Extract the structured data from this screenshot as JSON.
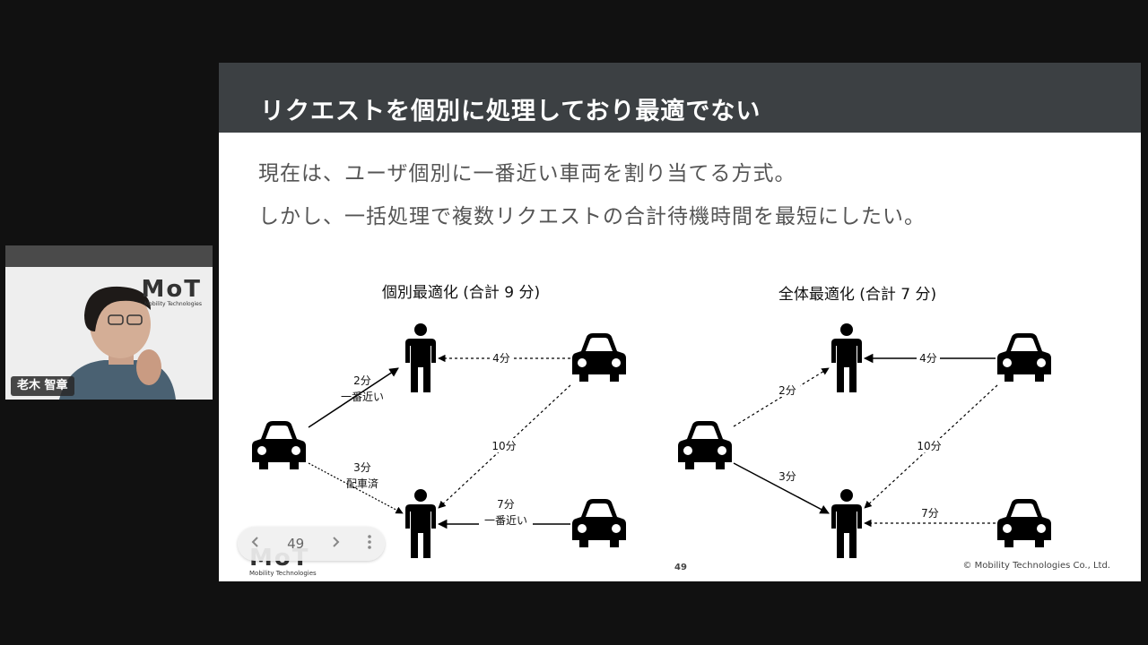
{
  "slide": {
    "title": "リクエストを個別に処理しており最適でない",
    "body_line_1": "現在は、ユーザ個別に一番近い車両を割り当てる方式。",
    "body_line_2": "しかし、一括処理で複数リクエストの合計待機時間を最短にしたい。",
    "page_number": "49",
    "copyright": "© Mobility Technologies Co., Ltd.",
    "logo_mark": "MoT",
    "logo_text": "Mobility Technologies"
  },
  "diagram": {
    "left": {
      "title": "個別最適化 (合計 9 分)",
      "edge_car_to_person1_line1": "2分",
      "edge_car_to_person1_line2": "一番近い",
      "edge_car_to_person2_line1": "3分",
      "edge_car_to_person2_line2": "配車済",
      "edge_topcar_to_person1": "4分",
      "edge_topcar_to_person2": "10分",
      "edge_bottomcar_to_person2_line1": "7分",
      "edge_bottomcar_to_person2_line2": "一番近い"
    },
    "right": {
      "title": "全体最適化 (合計 7 分)",
      "edge_car_to_person1": "2分",
      "edge_car_to_person2": "3分",
      "edge_topcar_to_person1": "4分",
      "edge_topcar_to_person2": "10分",
      "edge_bottomcar_to_person2": "7分"
    }
  },
  "slide_nav": {
    "prev_icon": "chevron-left-icon",
    "page": "49",
    "next_icon": "chevron-right-icon",
    "more_icon": "more-vertical-icon"
  },
  "webcam": {
    "speaker_name": "老木 智章",
    "logo_mark": "MoT",
    "logo_text": "Mobility Technologies"
  }
}
